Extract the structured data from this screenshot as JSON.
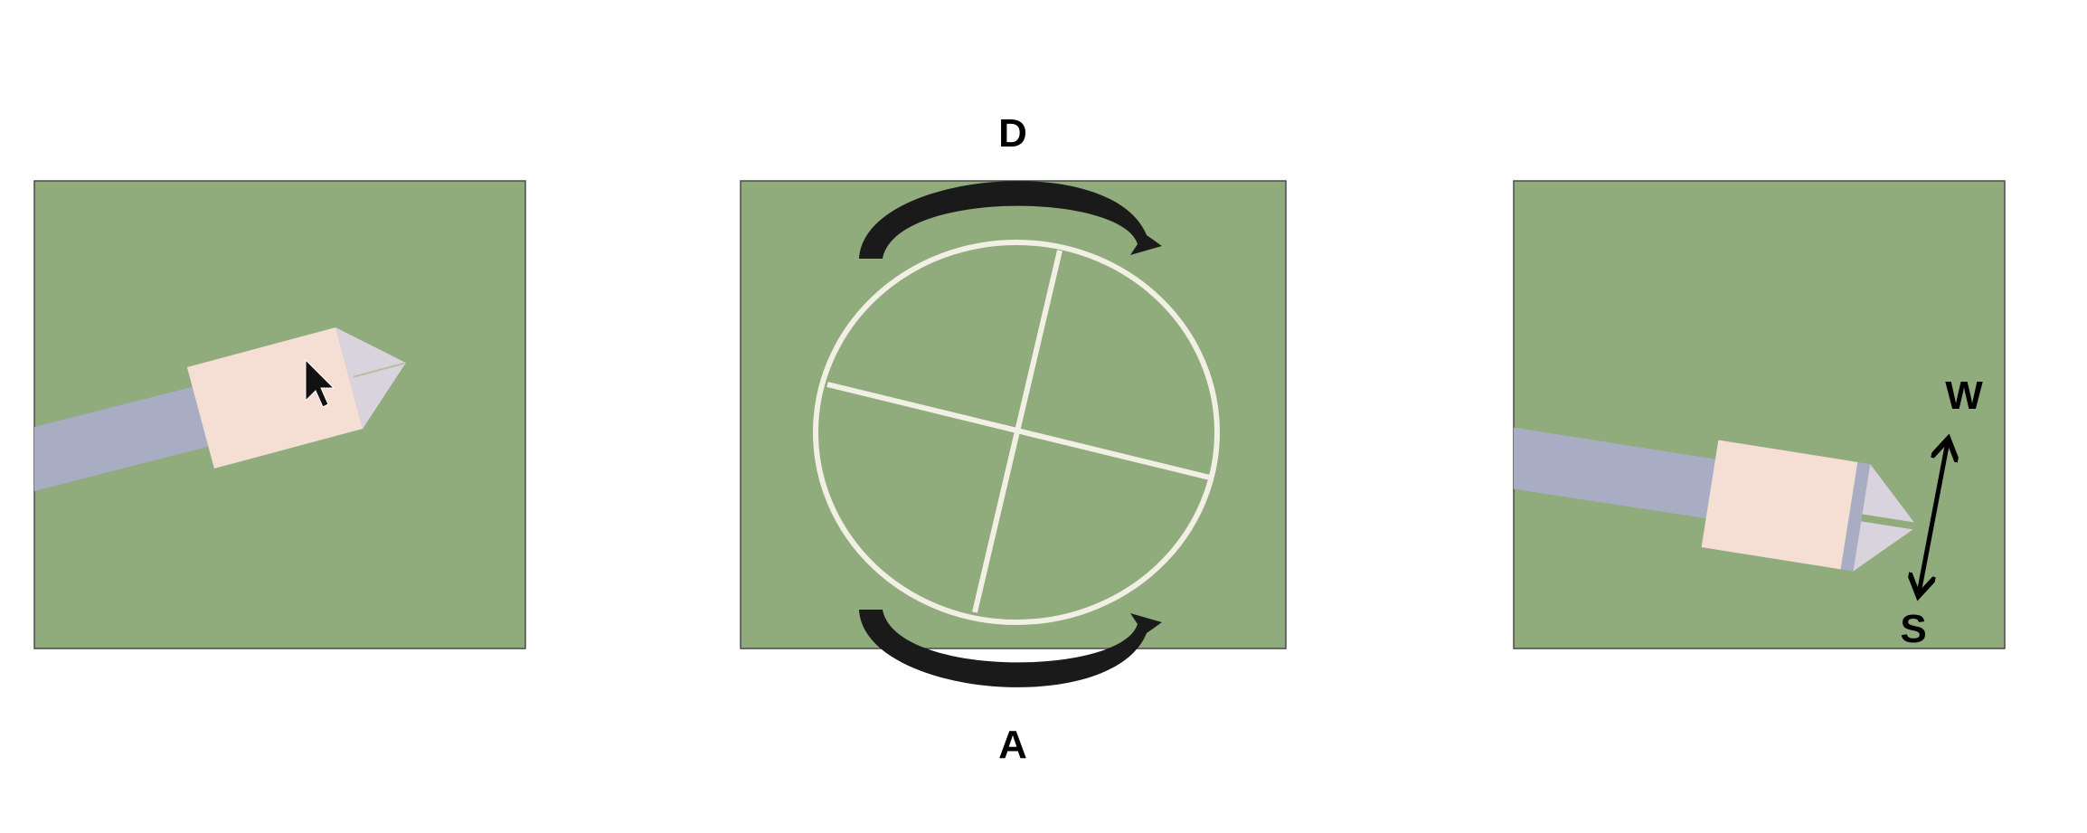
{
  "labels": {
    "rotate_clockwise": "D",
    "rotate_counterclockwise": "A",
    "move_forward": "W",
    "move_backward": "S"
  },
  "colors": {
    "background": "#ffffff",
    "panel_fill": "#90AB7C",
    "panel_border": "#4a4a4a",
    "trail": "#A9ADC3",
    "body": "#F5DED3",
    "nose": "#D8D3DC",
    "wheel_outline": "#F2F0E4",
    "arrow": "#1a1a1a"
  },
  "icons": {
    "cursor": "mouse-pointer-icon"
  }
}
